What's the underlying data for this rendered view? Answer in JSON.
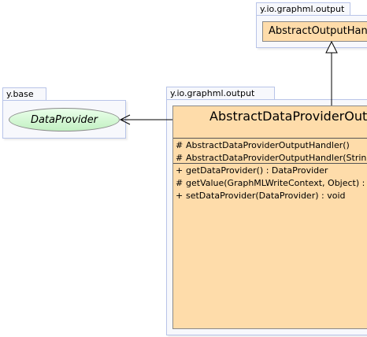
{
  "packages": {
    "top_right": {
      "label": "y.io.graphml.output"
    },
    "left": {
      "label": "y.base"
    },
    "main": {
      "label": "y.io.graphml.output"
    }
  },
  "classes": {
    "output_handler": {
      "name": "AbstractOutputHandler"
    },
    "data_provider": {
      "name": "DataProvider"
    },
    "main": {
      "name": "AbstractDataProviderOutputHandler",
      "constructors": [
        {
          "vis": "#",
          "text": "AbstractDataProviderOutputHandler()"
        },
        {
          "vis": "#",
          "text": "AbstractDataProviderOutputHandler(String, String, String, DataProvider)"
        }
      ],
      "methods": [
        {
          "vis": "+",
          "text": "getDataProvider() : DataProvider"
        },
        {
          "vis": "#",
          "text": "getValue(GraphMLWriteContext, Object) : Object"
        },
        {
          "vis": "+",
          "text": "setDataProvider(DataProvider) : void"
        }
      ]
    }
  },
  "colors": {
    "class_fill": "#fedcaa",
    "interface_fill": "#c2f0c2",
    "package_border": "#b8c4e8"
  }
}
